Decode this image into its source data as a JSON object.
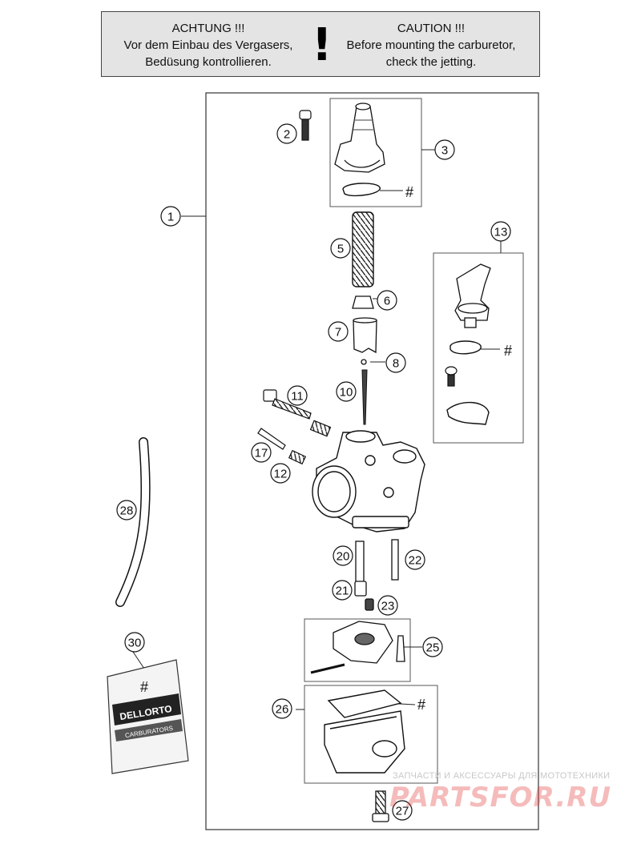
{
  "caution": {
    "de_title": "ACHTUNG !!!",
    "de_line1": "Vor dem Einbau des Vergasers,",
    "de_line2": "Bedüsung kontrollieren.",
    "en_title": "CAUTION !!!",
    "en_line1": "Before mounting the carburetor,",
    "en_line2": "check the jetting.",
    "mark": "!"
  },
  "callouts": [
    "1",
    "2",
    "3",
    "5",
    "6",
    "7",
    "8",
    "10",
    "11",
    "12",
    "13",
    "17",
    "20",
    "21",
    "22",
    "23",
    "25",
    "26",
    "27",
    "28",
    "30"
  ],
  "hash_mark": "#",
  "bag_label": {
    "brand": "DELLORTO",
    "sub": "CARBURATORS",
    "hash": "#"
  },
  "watermark": {
    "tagline": "ЗАПЧАСТИ И АКСЕССУАРЫ ДЛЯ МОТОТЕХНИКИ",
    "logo": "PARTSFOR.RU"
  }
}
